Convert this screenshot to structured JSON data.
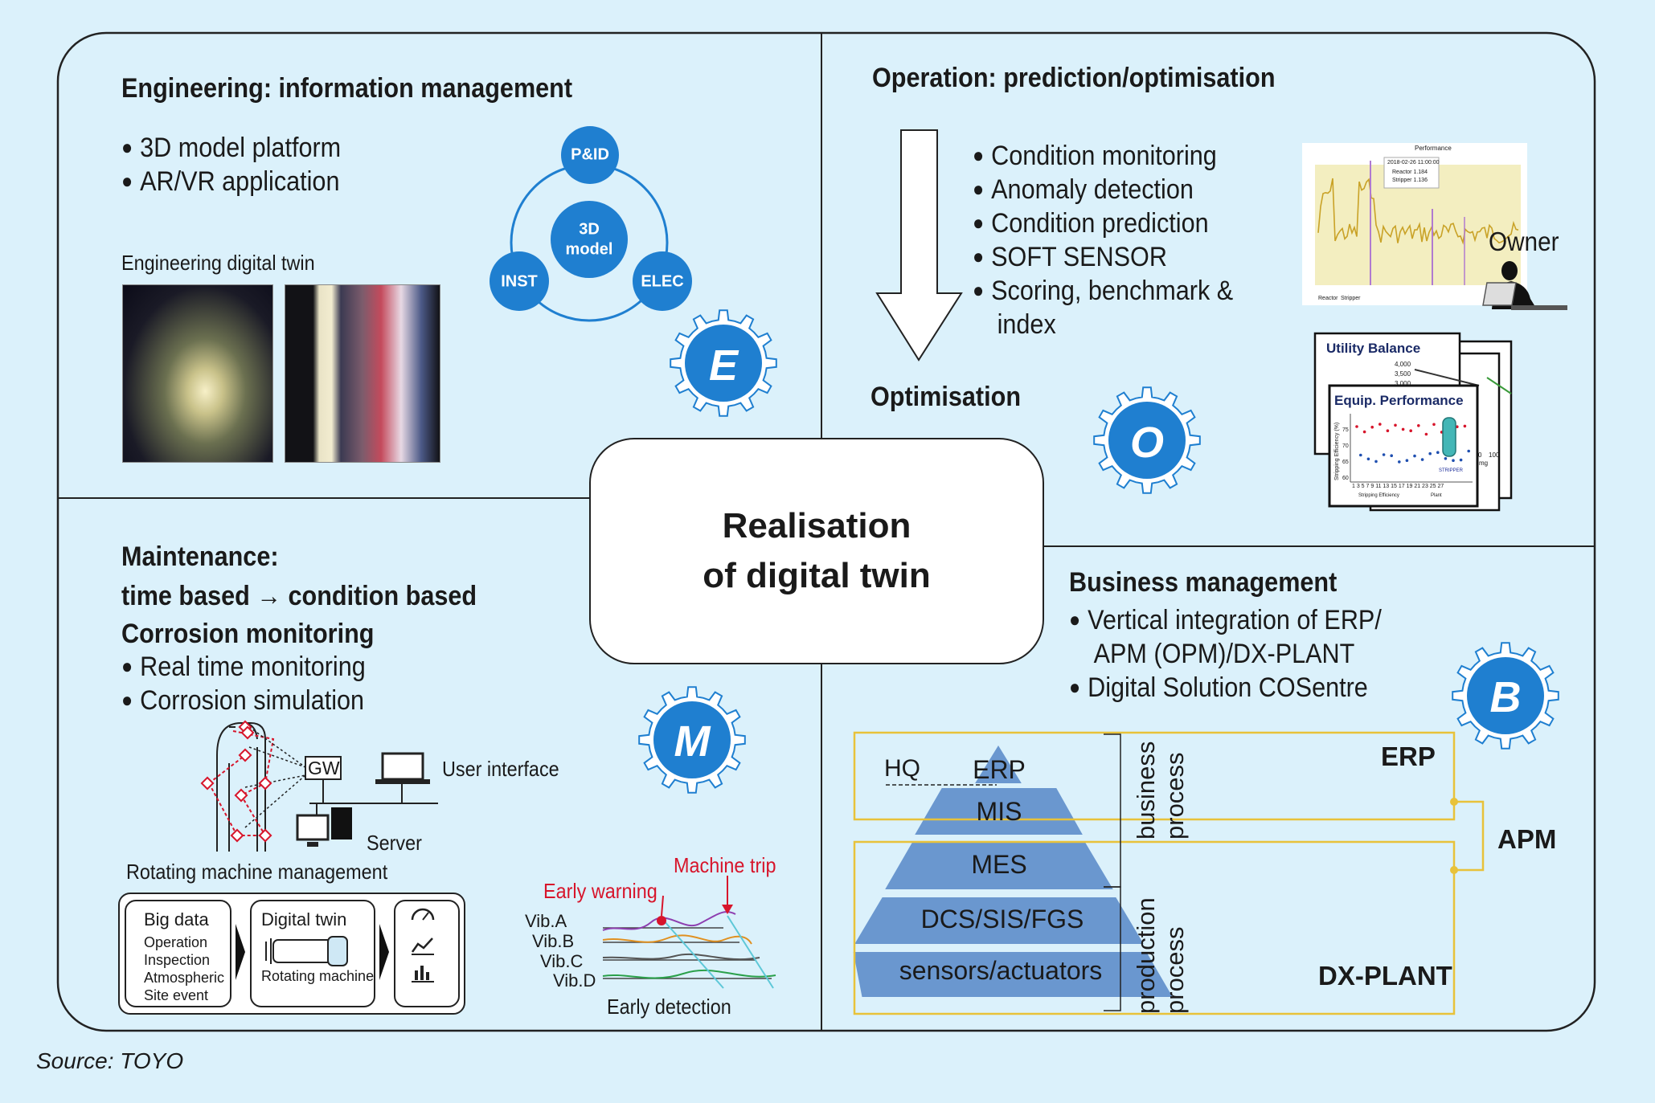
{
  "engineering": {
    "title": "Engineering: information management",
    "bullets": [
      "3D model platform",
      "AR/VR application"
    ],
    "twin_label": "Engineering digital twin",
    "circles": {
      "top": "P&ID",
      "center_line1": "3D",
      "center_line2": "model",
      "left": "INST",
      "right": "ELEC"
    },
    "gear_letter": "E"
  },
  "operation": {
    "title": "Operation: prediction/optimisation",
    "bullets": [
      "Condition monitoring",
      "Anomaly detection",
      "Condition prediction",
      "SOFT SENSOR",
      "Scoring, benchmark &"
    ],
    "bullet_cont": "index",
    "arrow_label": "Optimisation",
    "owner_label": "Owner",
    "chart_title": "Performance",
    "chart_tooltip": {
      "date": "2018-02-26 11:00:00",
      "rows": [
        "Reactor 1.184",
        "Stripper 1.136"
      ]
    },
    "chart_legend": [
      "Reactor",
      "Stripper"
    ],
    "doc_back_title": "Utility Balance",
    "doc_back_values": [
      "4,000",
      "3,500",
      "3,000"
    ],
    "doc_front_title": "Equip. Performance",
    "doc_front_ylabel": "Stripping Efficiency (%)",
    "doc_front_yticks": [
      "75",
      "70",
      "65",
      "60"
    ],
    "doc_front_xticks": "1 3 5 7 9 11 13 15 17 19 21 23 25 27",
    "doc_front_legend": [
      "Stripping Efficiency",
      "Plant"
    ],
    "doc_front_tag": "STRIPPER",
    "doc_axis_values": [
      "0",
      "100",
      "mg"
    ],
    "gear_letter": "O",
    "colors": {
      "chart_line": "#c9a227",
      "chart_fill": "#f3eec0",
      "spike": "#b07ad0"
    }
  },
  "center": {
    "line1": "Realisation",
    "line2": "of digital twin"
  },
  "maintenance": {
    "title_line1": "Maintenance:",
    "title_line2_a": "time based",
    "title_arrow": "→",
    "title_line2_b": "condition based",
    "subtitle": "Corrosion monitoring",
    "bullets": [
      "Real time monitoring",
      "Corrosion simulation"
    ],
    "gw_label": "GW",
    "ui_label": "User interface",
    "server_label": "Server",
    "rotating_label": "Rotating machine management",
    "card1_title": "Big data",
    "card1_items": [
      "Operation",
      "Inspection",
      "Atmospheric",
      "Site event"
    ],
    "card2_title": "Digital twin",
    "card2_sub": "Rotating machine",
    "early_warning": "Early warning",
    "machine_trip": "Machine trip",
    "vib_labels": [
      "Vib.A",
      "Vib.B",
      "Vib.C",
      "Vib.D"
    ],
    "early_detection": "Early detection",
    "gear_letter": "M"
  },
  "business": {
    "title": "Business management",
    "bullets": [
      "Vertical integration of ERP/",
      "Digital Solution COSentre"
    ],
    "bullet_cont": "APM (OPM)/DX-PLANT",
    "pyramid_levels": [
      "ERP",
      "MIS",
      "MES",
      "DCS/SIS/FGS",
      "sensors/actuators"
    ],
    "hq_label": "HQ",
    "bracket_top": [
      "business",
      "process"
    ],
    "bracket_bottom": [
      "production",
      "process"
    ],
    "erp_label": "ERP",
    "apm_label": "APM",
    "dxplant_label": "DX-PLANT",
    "gear_letter": "B",
    "colors": {
      "pyramid": "#6a97cf",
      "box_border": "#e8c23a"
    }
  },
  "source": "Source: TOYO",
  "colors": {
    "background": "#dbf1fb",
    "accent_blue": "#1f7fd0",
    "frame": "#222222",
    "warning_red": "#d7152b"
  }
}
